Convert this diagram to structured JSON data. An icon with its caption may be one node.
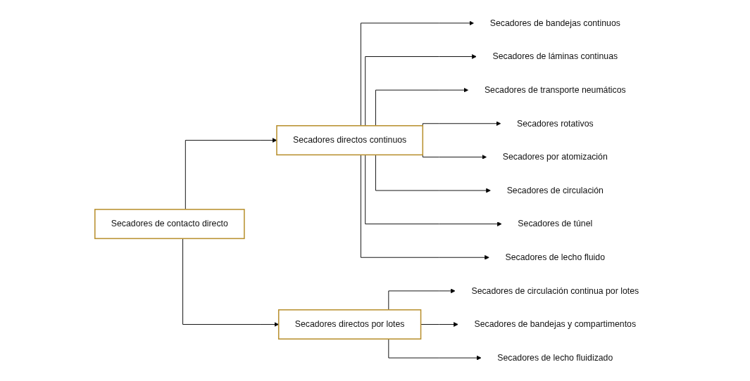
{
  "diagram": {
    "nodes": [
      {
        "text": [
          "Secadores de contacto directo"
        ]
      },
      {
        "text": [
          "Secadores directos continuos"
        ]
      },
      {
        "text": [
          "Secadores directos por lotes"
        ]
      },
      {
        "text": [
          "Secadores de bandejas continuos"
        ]
      },
      {
        "text": [
          "Secadores de láminas continuas"
        ]
      },
      {
        "text": [
          "Secadores de transporte neumáticos"
        ]
      },
      {
        "text": [
          "Secadores rotativos"
        ]
      },
      {
        "text": [
          "Secadores por atomización"
        ]
      },
      {
        "text": [
          "Secadores de circulación"
        ]
      },
      {
        "text": [
          "Secadores de túnel"
        ]
      },
      {
        "text": [
          "Secadores de lecho fluido"
        ]
      },
      {
        "text": [
          "Secadores de circulación continua por lotes"
        ]
      },
      {
        "text": [
          "Secadores de bandejas y compartimentos"
        ]
      },
      {
        "text": [
          "Secadores de lecho fluidizado"
        ]
      }
    ],
    "edges": [
      {
        "from": 0,
        "to": 1,
        "arrow": "to"
      },
      {
        "from": 0,
        "to": 2,
        "arrow": "to"
      },
      {
        "from": 1,
        "to": 3,
        "arrow": "to"
      },
      {
        "from": 1,
        "to": 4,
        "arrow": "to"
      },
      {
        "from": 1,
        "to": 5,
        "arrow": "to"
      },
      {
        "from": 1,
        "to": 6,
        "arrow": "to"
      },
      {
        "from": 1,
        "to": 7,
        "arrow": "to"
      },
      {
        "from": 1,
        "to": 8,
        "arrow": "to"
      },
      {
        "from": 1,
        "to": 9,
        "arrow": "to"
      },
      {
        "from": 1,
        "to": 10,
        "arrow": "to"
      },
      {
        "from": 2,
        "to": 11,
        "arrow": "to"
      },
      {
        "from": 2,
        "to": 12,
        "arrow": "to"
      },
      {
        "from": 2,
        "to": 13,
        "arrow": "to"
      }
    ]
  }
}
